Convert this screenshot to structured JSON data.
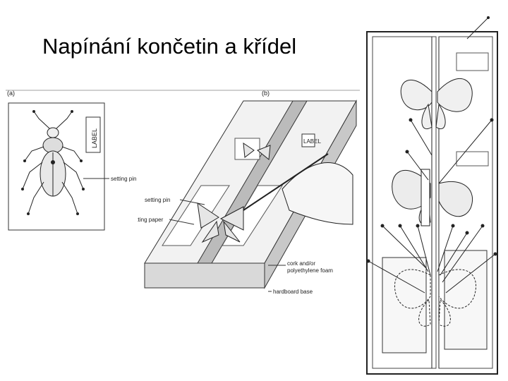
{
  "slide": {
    "title": "Napínání končetin a křídel"
  },
  "figure_a": {
    "panel_label": "(a)",
    "label_box": "LABEL",
    "setting_pin": "setting pin"
  },
  "figure_b": {
    "panel_label": "(b)",
    "label_box": "LABEL",
    "setting_pin": "setting pin",
    "setting_paper": "setting paper",
    "cork_foam_line1": "cork and/or",
    "cork_foam_line2": "polyethylene foam",
    "hardboard": "hardboard base"
  }
}
